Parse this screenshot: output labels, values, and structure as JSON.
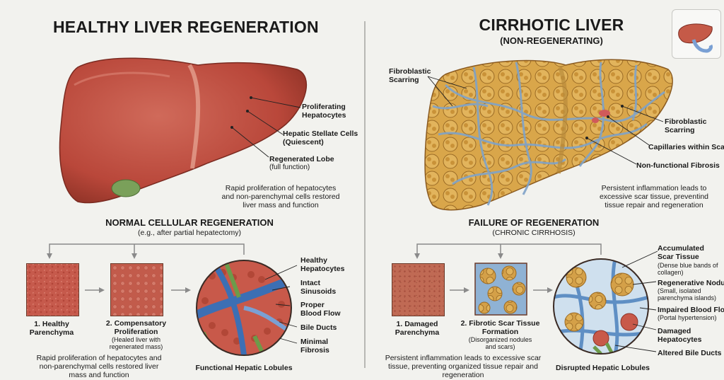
{
  "left": {
    "title": "HEALTHY LIVER REGENERATION",
    "liver_labels": {
      "proliferating": "Proliferating\nHepatocytes",
      "stellate": "Hepatic Stellate Cells\n(Quiescent)",
      "lobe_title": "Regenerated Lobe",
      "lobe_sub": "(full function)"
    },
    "liver_caption": "Rapid proliferation of hepatocytes\nand non-parenchymal cells restored\nliver mass and function",
    "section_title": "NORMAL CELLULAR REGENERATION",
    "section_sub": "(e.g., after partial hepatectomy)",
    "step1": "1. Healthy\nParenchyma",
    "step2_title": "2. Compensatory\nProliferation",
    "step2_sub": "(Healed liver with\nregenerated mass)",
    "lobule_labels": [
      "Healthy\nHepatocytes",
      "Intact\nSinusoids",
      "Proper\nBlood Flow",
      "Bile Ducts",
      "Minimal\nFibrosis"
    ],
    "lobule_caption": "Functional Hepatic Lobules",
    "bottom_caption": "Rapid proliferation of hepatocytes and\nnon-parenchymal cells restored liver\nmass and function"
  },
  "right": {
    "title": "CIRRHOTIC LIVER",
    "subtitle": "(NON-REGENERATING)",
    "liver_labels": {
      "scarring_left": "Fibroblastic\nScarring",
      "scarring_right": "Fibroblastic\nScarring",
      "capillaries": "Capillaries within Scar",
      "nonfunctional": "Non-functional Fibrosis"
    },
    "liver_caption": "Persistent inflammation leads to\nexcessive scar tissue, preventind\ntissue repair and regeneration",
    "section_title": "FAILURE OF REGENERATION",
    "section_sub": "(CHRONIC CIRRHOSIS)",
    "step1": "1. Damaged\nParenchyma",
    "step2_title": "2. Fibrotic Scar Tissue\nFormation",
    "step2_sub": "(Disorganized nodules\nand scars)",
    "lobule_labels": {
      "accum_title": "Accumulated\nScar Tissue",
      "accum_sub": "(Dense blue bands of\ncollagen)",
      "regen_title": "Regenerative Nodule",
      "regen_sub": "(Small, isolated\nparenchyma islands)",
      "blood_title": "Impaired Blood Flow",
      "blood_sub": "(Portal hypertension)",
      "damaged": "Damaged\nHepatocytes",
      "bile": "Altered Bile Ducts"
    },
    "lobule_caption": "Disrupted Hepatic Lobules",
    "bottom_caption": "Persistent inflammation leads to excessive scar\ntissue, preventing organized tissue repair and\nregeneration"
  },
  "colors": {
    "healthy_liver": "#b9473a",
    "cirrhotic_liver": "#d9a64a",
    "scar_blue": "#7fa3c9",
    "vessel_blue": "#3c6fb4"
  },
  "icons": {
    "corner": "liver-icon"
  }
}
